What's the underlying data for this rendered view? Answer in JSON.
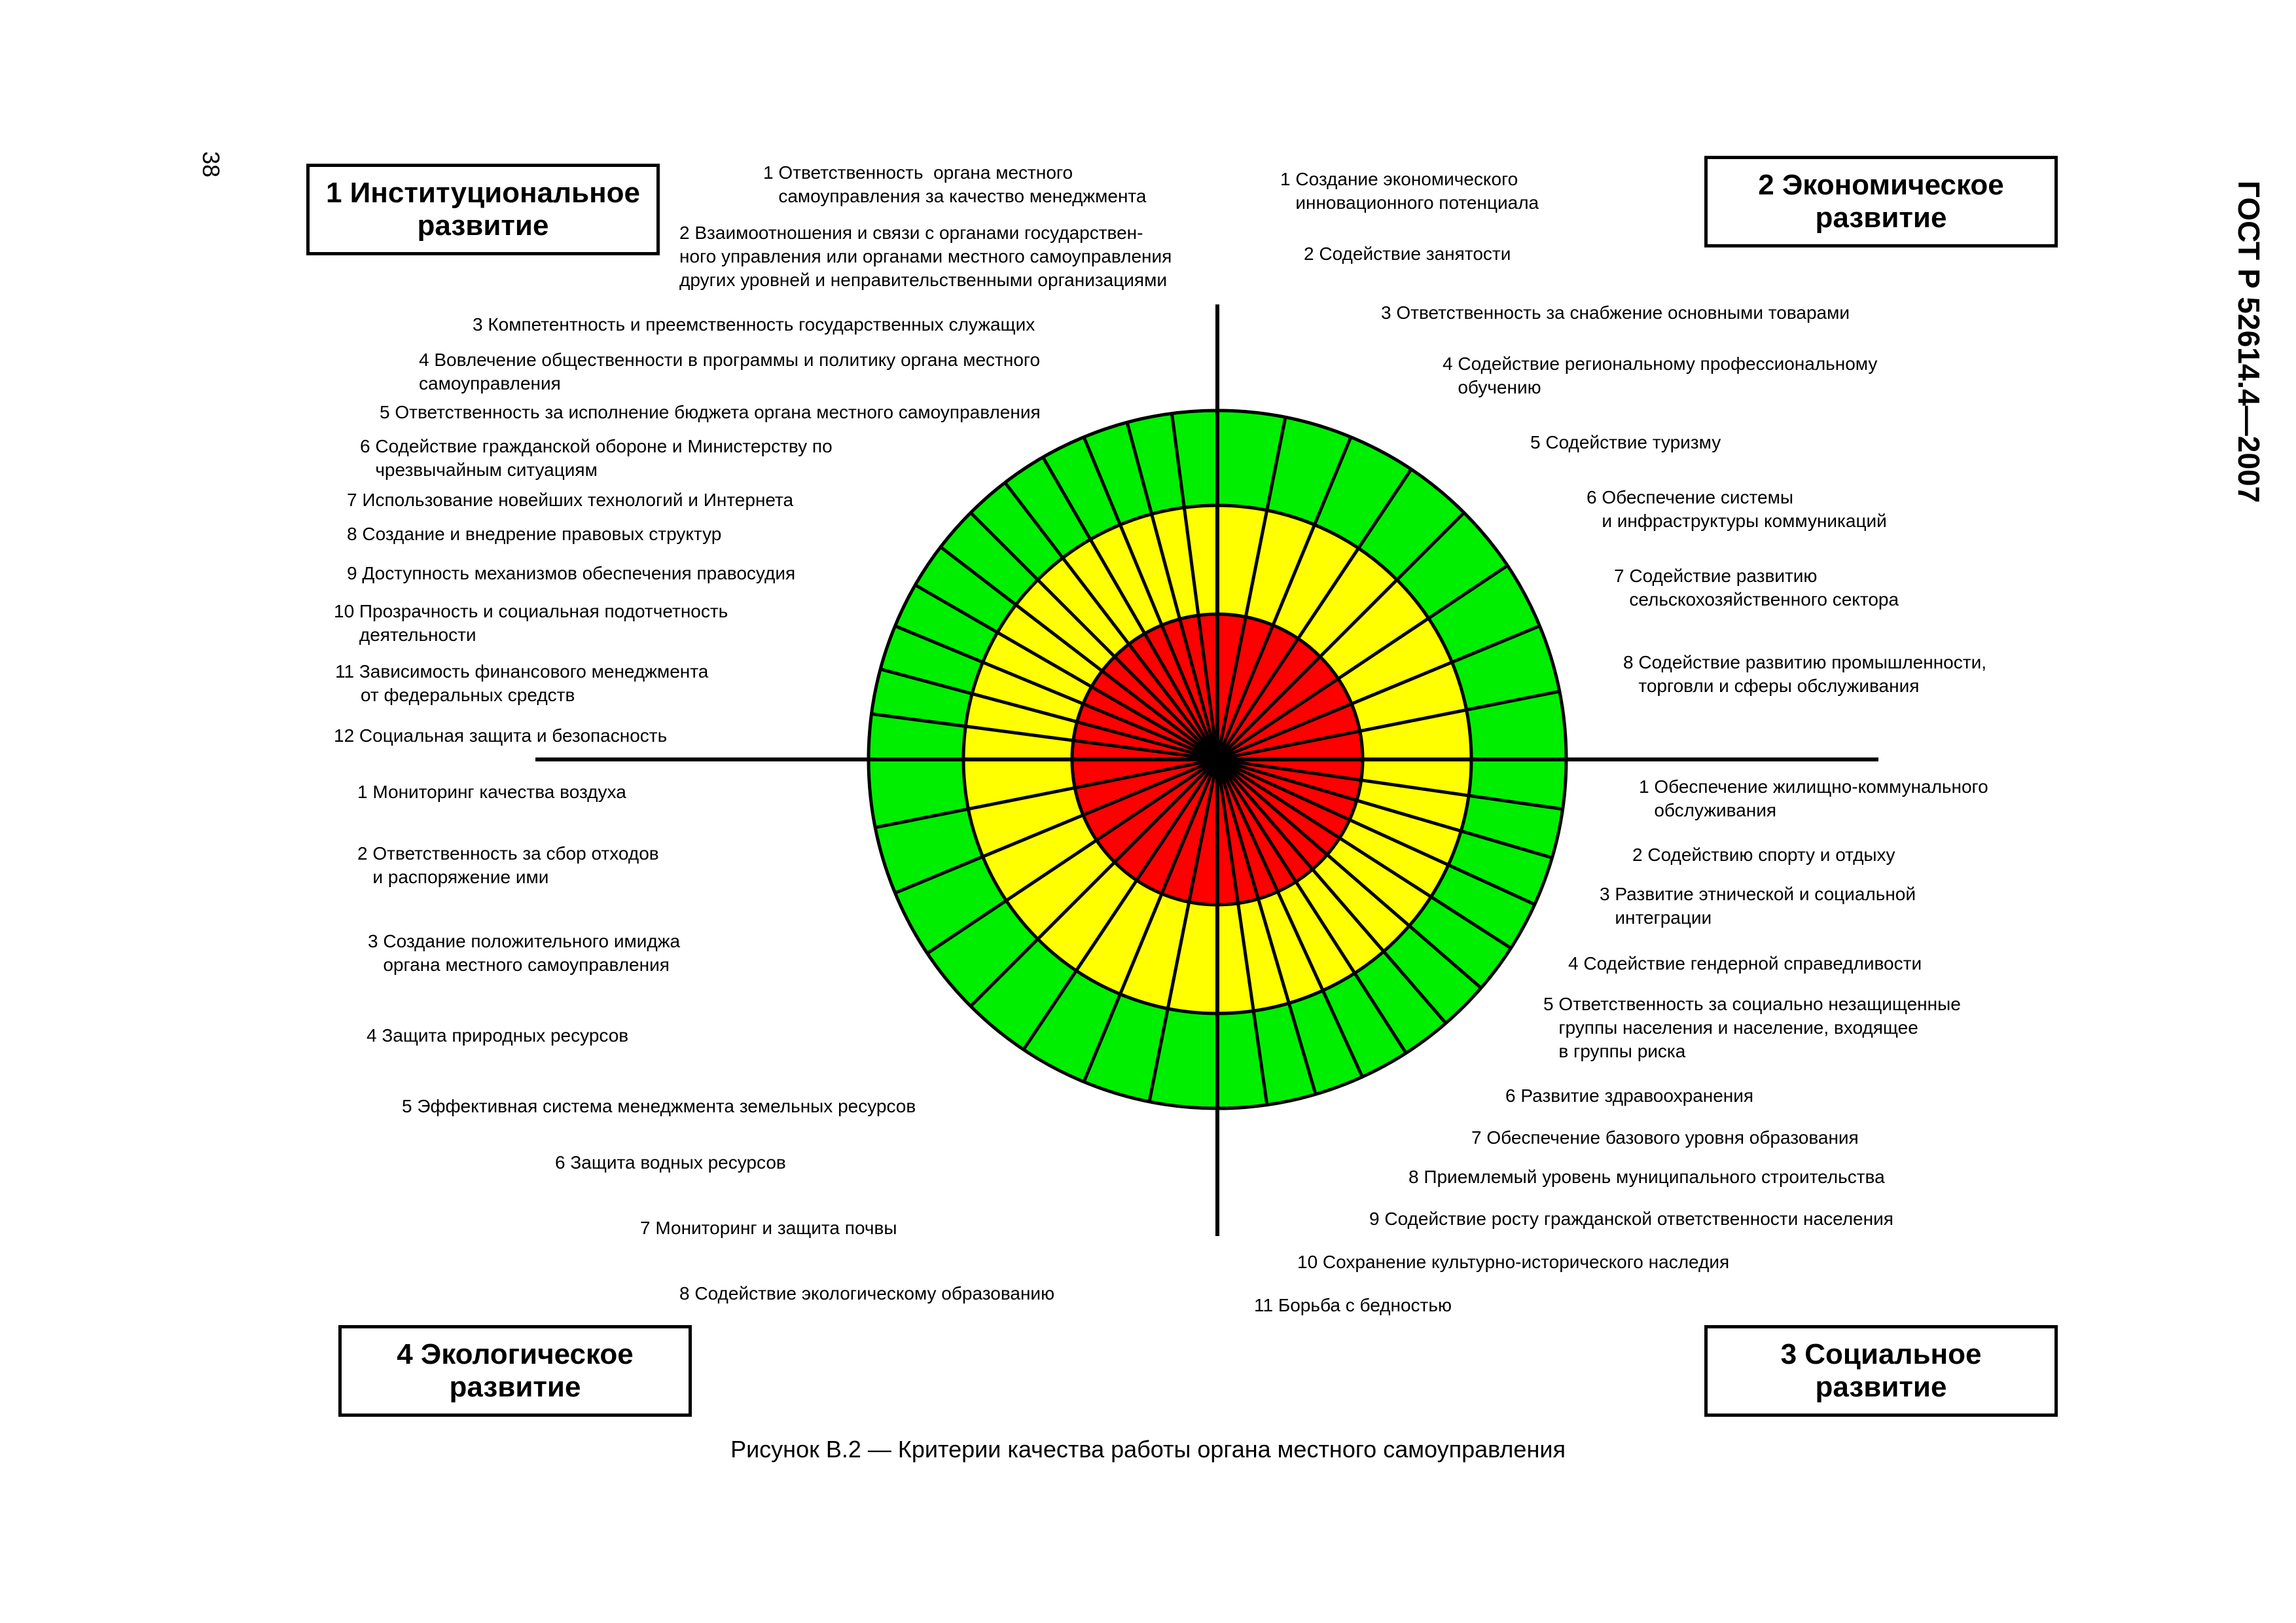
{
  "page_number": "38",
  "standard_code": "ГОСТ Р 52614.4—2007",
  "caption": "Рисунок В.2 — Критерии качества работы органа местного самоуправления",
  "colors": {
    "outer_ring": "#00ee00",
    "middle_ring": "#ffff00",
    "inner_core": "#ff0000",
    "lines": "#000000"
  },
  "quadrants": [
    {
      "title": "1 Институциональное\nразвитие",
      "criteria": [
        "1 Ответственность  органа местного\n   самоуправления за качество менеджмента",
        "2 Взаимоотношения и связи с органами государствен-\nного управления или органами местного самоуправления\nдругих уровней и неправительственными организациями",
        "3 Компетентность и преемственность государственных служащих",
        "4 Вовлечение общественности в программы и политику органа местного\nсамоуправления",
        "5 Ответственность за исполнение бюджета органа местного самоуправления",
        "6 Содействие гражданской обороне и Министерству по\n   чрезвычайным ситуациям",
        "7 Использование новейших технологий и Интернета",
        "8 Создание и внедрение правовых структур",
        "9 Доступность механизмов обеспечения правосудия",
        "10 Прозрачность и социальная подотчетность\n     деятельности",
        "11 Зависимость финансового менеджмента\n     от федеральных средств",
        "12 Социальная защита и безопасность"
      ]
    },
    {
      "title": "2 Экономическое\nразвитие",
      "criteria": [
        "1 Создание экономического\n   инновационного потенциала",
        "2 Содействие занятости",
        "3 Ответственность за снабжение основными товарами",
        "4 Содействие региональному профессиональному\n   обучению",
        "5 Содействие туризму",
        "6 Обеспечение системы\n   и инфраструктуры коммуникаций",
        "7 Содействие развитию\n   сельскохозяйственного сектора",
        "8 Содействие развитию промышленности,\n   торговли и сферы обслуживания"
      ]
    },
    {
      "title": "3 Социальное\nразвитие",
      "criteria": [
        "1 Обеспечение жилищно-коммунального\n   обслуживания",
        "2 Содействию спорту и отдыху",
        "3 Развитие этнической и социальной\n   интеграции",
        "4 Содействие гендерной справедливости",
        "5 Ответственность за социально незащищенные\n   группы населения и население, входящее\n   в группы риска",
        "6 Развитие здравоохранения",
        "7 Обеспечение базового уровня образования",
        "8 Приемлемый уровень муниципального строительства",
        "9 Содействие росту гражданской ответственности населения",
        "10 Сохранение культурно-исторического наследия",
        "11 Борьба с бедностью"
      ]
    },
    {
      "title": "4 Экологическое\nразвитие",
      "criteria": [
        "1 Мониторинг качества воздуха",
        "2 Ответственность за сбор отходов\n   и распоряжение ими",
        "3 Создание положительного имиджа\n   органа местного самоуправления",
        "4 Защита природных ресурсов",
        "5 Эффективная система менеджмента земельных ресурсов",
        "6 Защита водных ресурсов",
        "7 Мониторинг и защита почвы",
        "8 Содействие экологическому образованию"
      ]
    }
  ]
}
